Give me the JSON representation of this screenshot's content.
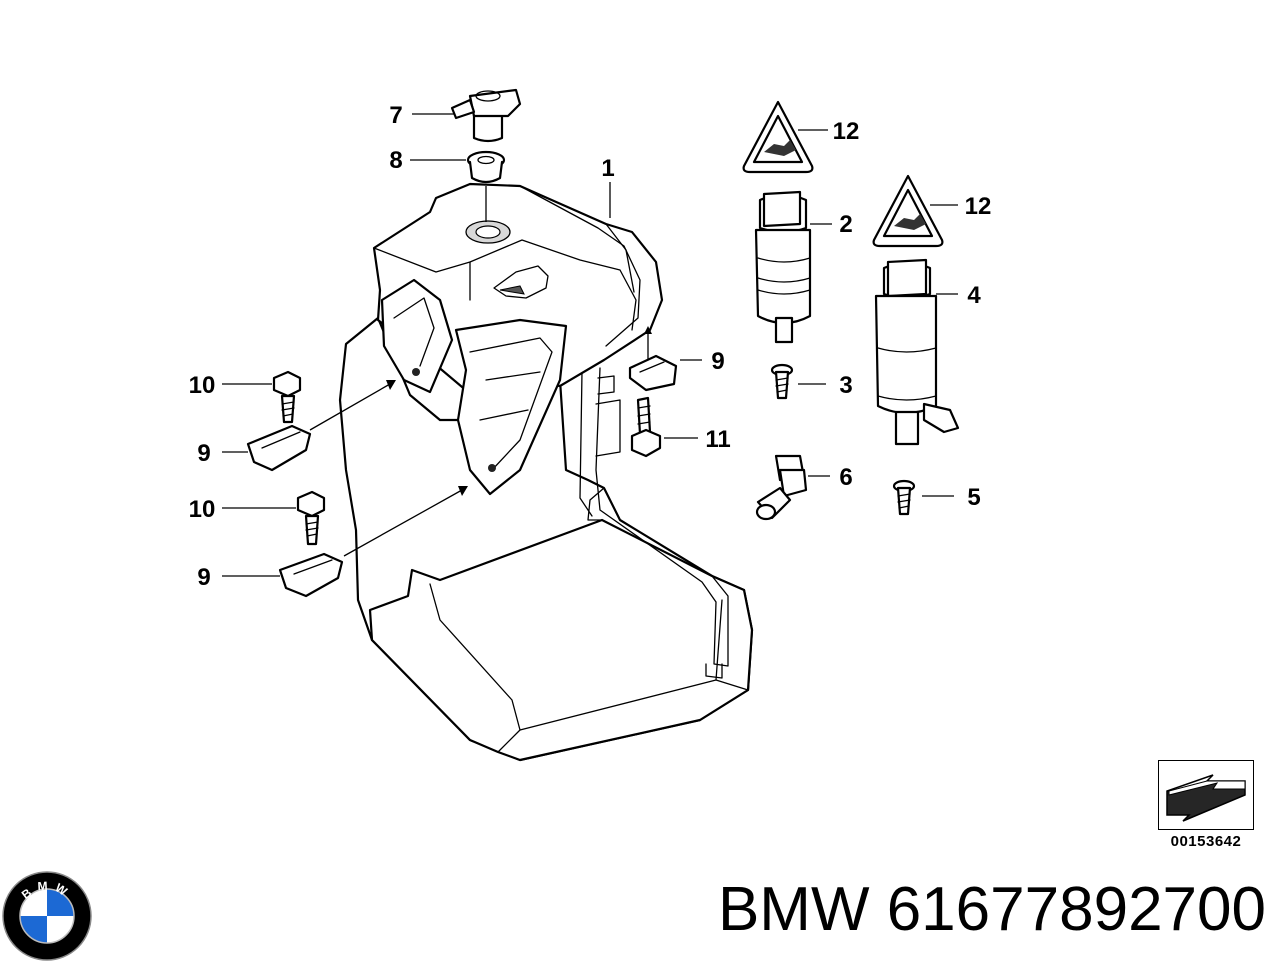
{
  "callouts": {
    "c1": "1",
    "c2": "2",
    "c3": "3",
    "c4": "4",
    "c5": "5",
    "c6": "6",
    "c7": "7",
    "c8": "8",
    "c9a": "9",
    "c9b": "9",
    "c9c": "9",
    "c10a": "10",
    "c10b": "10",
    "c11": "11",
    "c12a": "12",
    "c12b": "12"
  },
  "reference_number": "00153642",
  "logo": {
    "brand_letters": "BMW",
    "colors": {
      "blue": "#1c69d4",
      "black": "#000000",
      "white": "#ffffff"
    }
  },
  "title": "BMW 61677892700"
}
